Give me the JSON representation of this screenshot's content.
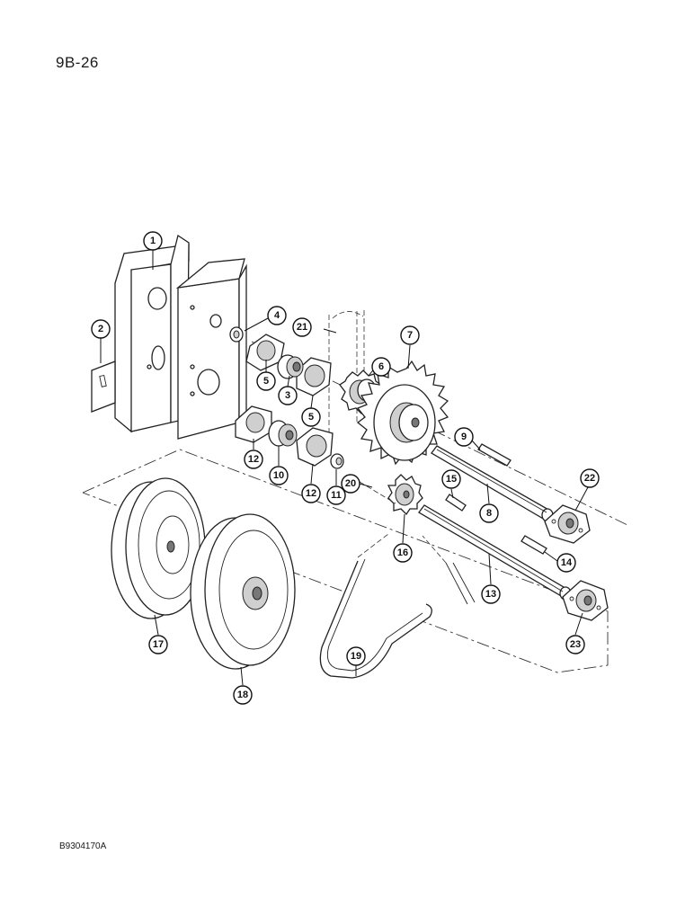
{
  "page": {
    "number": "9B-26",
    "drawing_code": "B9304170A"
  },
  "callouts": {
    "c1": "1",
    "c2": "2",
    "c3": "3",
    "c4": "4",
    "c5a": "5",
    "c5b": "5",
    "c6": "6",
    "c7": "7",
    "c8": "8",
    "c9": "9",
    "c10": "10",
    "c11": "11",
    "c12a": "12",
    "c12b": "12",
    "c13": "13",
    "c14": "14",
    "c15": "15",
    "c16": "16",
    "c17": "17",
    "c18": "18",
    "c19": "19",
    "c20": "20",
    "c21": "21",
    "c22": "22",
    "c23": "23"
  }
}
